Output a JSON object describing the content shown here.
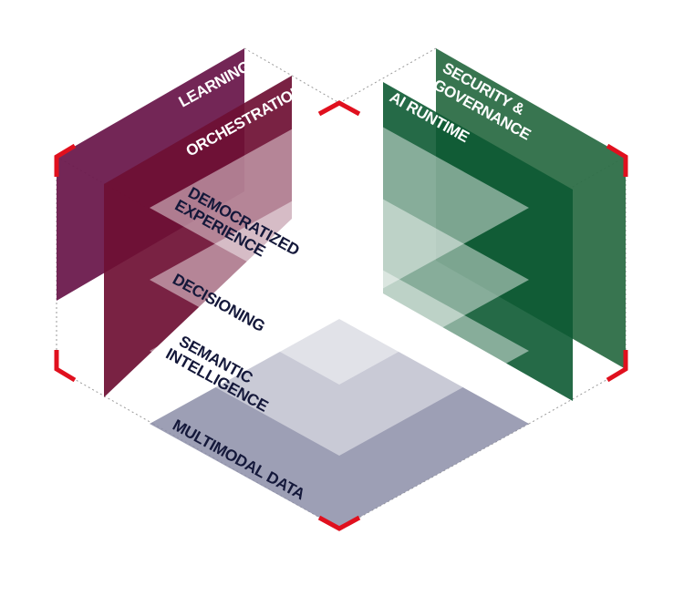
{
  "diagram": {
    "layers": [
      {
        "line1": "DEMOCRATIZED",
        "line2": "EXPERIENCE"
      },
      {
        "line1": "DECISIONING",
        "line2": ""
      },
      {
        "line1": "SEMANTIC",
        "line2": "INTELLIGENCE"
      },
      {
        "line1": "MULTIMODAL DATA",
        "line2": ""
      }
    ],
    "left_panels": {
      "back": {
        "label": "LEARNING"
      },
      "front": {
        "label": "ORCHESTRATION"
      }
    },
    "right_panels": {
      "back": {
        "line1": "SECURITY &",
        "line2": "GOVERNANCE"
      },
      "front": {
        "label": "AI RUNTIME"
      }
    },
    "colors": {
      "learning": "#6b1a4d",
      "orchestration": "#6e0f33",
      "security": "#2d6e47",
      "ai_runtime": "#0d5a33",
      "data_layer": "#8c8ea8",
      "layer": "#ffffff",
      "label_dark": "#14183a",
      "corner_marker": "#e0101e",
      "cube_edge": "#9a9a9a"
    }
  }
}
